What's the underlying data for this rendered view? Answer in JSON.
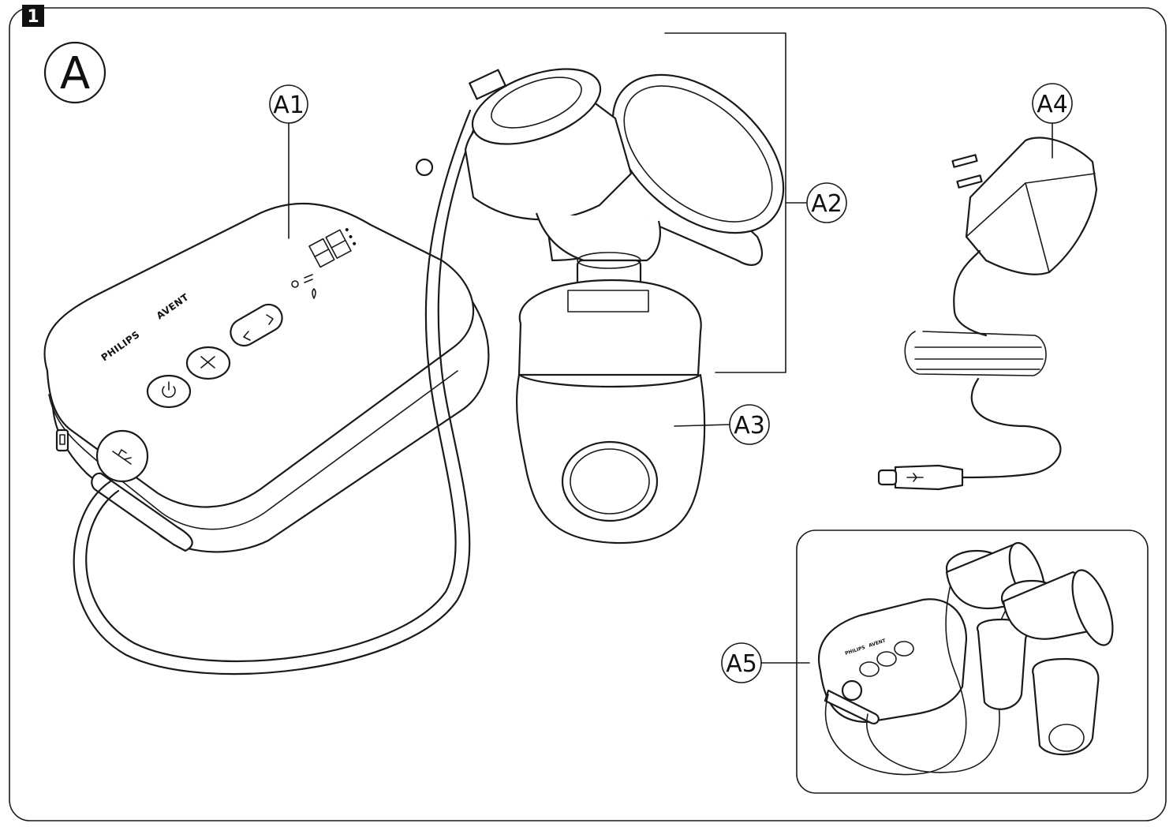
{
  "figure_number": "1",
  "section_letter": "A",
  "labels": {
    "a1": "A1",
    "a2": "A2",
    "a3": "A3",
    "a4": "A4",
    "a5": "A5"
  },
  "device": {
    "brand_left": "PHILIPS",
    "brand_right": "AVENT",
    "display_digits": "88"
  }
}
